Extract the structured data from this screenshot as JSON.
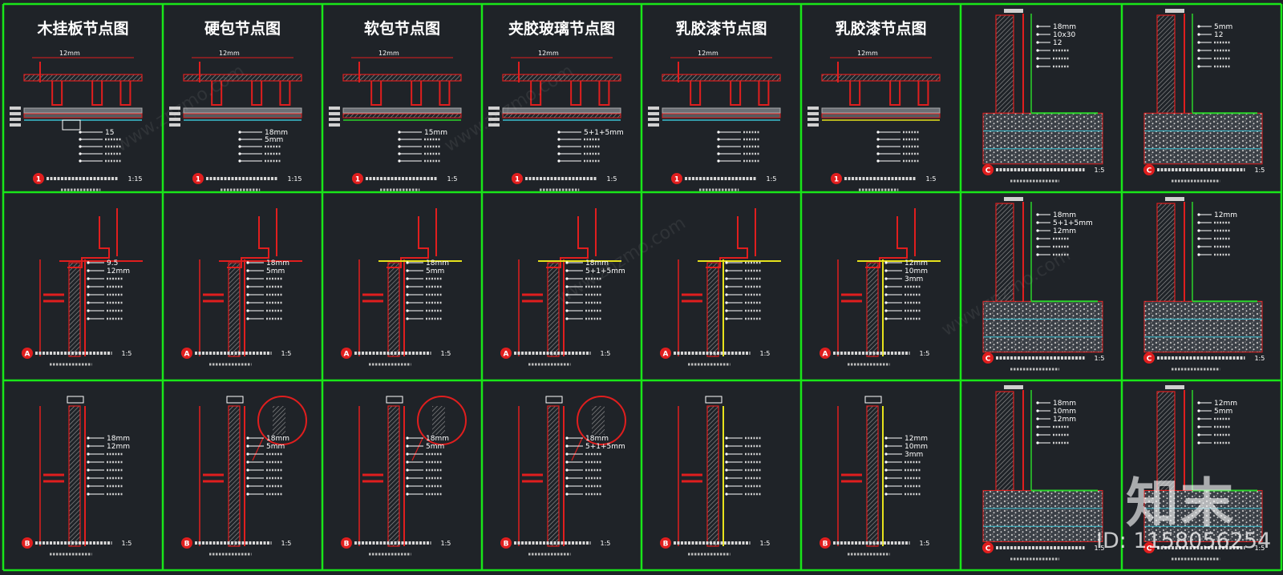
{
  "drawing": {
    "colors": {
      "background": "#1f2328",
      "grid": "#19e619",
      "structure": "#e01e1e",
      "leader": "#ffffff",
      "finish_yellow": "#e6e21c",
      "finish_green": "#2bd52b",
      "hatch_gray": "#8a8a8a",
      "ground_cyan": "#3bbfd0"
    },
    "column_titles": [
      "木挂板节点图",
      "硬包节点图",
      "软包节点图",
      "夹胶玻璃节点图",
      "乳胶漆节点图",
      "乳胶漆节点图",
      "",
      ""
    ],
    "bubble_letters": {
      "row1": [
        "1",
        "1",
        "1",
        "1",
        "1",
        "1",
        "C",
        "C"
      ],
      "row2": [
        "A",
        "A",
        "A",
        "A",
        "A",
        "A",
        "C",
        "C"
      ],
      "row3": [
        "B",
        "B",
        "B",
        "B",
        "B",
        "B",
        "C",
        "C"
      ]
    },
    "legible_labels": {
      "row1": [
        [
          "12mm",
          "15"
        ],
        [
          "12mm",
          "18mm",
          "5mm"
        ],
        [
          "12mm",
          "15mm"
        ],
        [
          "12mm",
          "5+1+5mm"
        ],
        [
          "12mm"
        ],
        [
          "12mm"
        ],
        [
          "18mm",
          "10x30",
          "12"
        ],
        [
          "5mm",
          "12"
        ]
      ],
      "row2": [
        [
          "9.5",
          "12mm"
        ],
        [
          "18mm",
          "5mm"
        ],
        [
          "18mm",
          "5mm"
        ],
        [
          "18mm",
          "5+1+5mm"
        ],
        [],
        [
          "12mm",
          "10mm",
          "3mm"
        ],
        [
          "18mm",
          "5+1+5mm",
          "12mm"
        ],
        [
          "12mm"
        ]
      ],
      "row3": [
        [
          "18mm",
          "12mm"
        ],
        [
          "18mm",
          "5mm"
        ],
        [
          "18mm",
          "5mm"
        ],
        [
          "18mm",
          "5+1+5mm"
        ],
        [],
        [
          "12mm",
          "10mm",
          "3mm"
        ],
        [
          "18mm",
          "10mm",
          "12mm"
        ],
        [
          "12mm",
          "5mm"
        ]
      ]
    },
    "scale_marks": {
      "row1": [
        "1:15",
        "1:15",
        "1:5",
        "1:5",
        "1:5",
        "1:5",
        "1:5",
        "1:5"
      ],
      "row2": [
        "1:5",
        "1:5",
        "1:5",
        "1:5",
        "1:5",
        "1:5",
        "1:5",
        "1:5"
      ],
      "row3": [
        "1:5",
        "1:5",
        "1:5",
        "1:5",
        "1:5",
        "1:5",
        "1:5",
        "1:5"
      ]
    },
    "watermarks": {
      "logo": "知末",
      "id": "ID: 1158056254",
      "url": "www.znzmo.com"
    }
  }
}
